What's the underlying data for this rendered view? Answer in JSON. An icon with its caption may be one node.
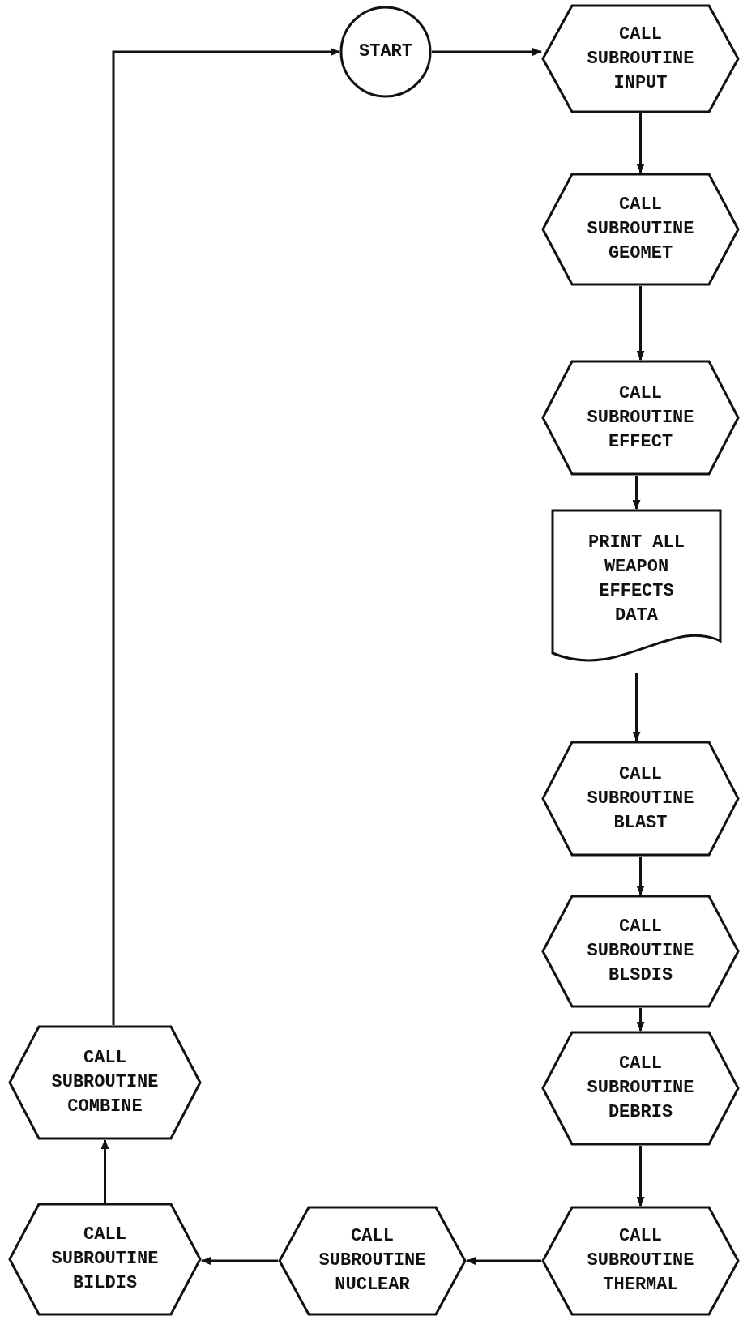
{
  "diagram": {
    "nodes": [
      {
        "text": [
          "START"
        ]
      },
      {
        "text": [
          "CALL SUBROUTINE INPUT"
        ]
      },
      {
        "text": [
          "CALL SUBROUTINE GEOMET"
        ]
      },
      {
        "text": [
          "CALL SUBROUTINE EFFECT"
        ]
      },
      {
        "text": [
          "PRINT ALL WEAPON EFFECTS DATA"
        ]
      },
      {
        "text": [
          "CALL SUBROUTINE BLAST"
        ]
      },
      {
        "text": [
          "CALL SUBROUTINE BLSDIS"
        ]
      },
      {
        "text": [
          "CALL SUBROUTINE DEBRIS"
        ]
      },
      {
        "text": [
          "CALL SUBROUTINE THERMAL"
        ]
      },
      {
        "text": [
          "CALL SUBROUTINE NUCLEAR"
        ]
      },
      {
        "text": [
          "CALL SUBROUTINE BILDIS"
        ]
      },
      {
        "text": [
          "CALL SUBROUTINE COMBINE"
        ]
      }
    ],
    "edges": [
      {
        "from": 0,
        "to": 1,
        "arrow": "to"
      },
      {
        "from": 1,
        "to": 2,
        "arrow": "to"
      },
      {
        "from": 2,
        "to": 3,
        "arrow": "to"
      },
      {
        "from": 3,
        "to": 4,
        "arrow": "to"
      },
      {
        "from": 4,
        "to": 5,
        "arrow": "to"
      },
      {
        "from": 5,
        "to": 6,
        "arrow": "to"
      },
      {
        "from": 6,
        "to": 7,
        "arrow": "to"
      },
      {
        "from": 7,
        "to": 8,
        "arrow": "to"
      },
      {
        "from": 8,
        "to": 9,
        "arrow": "to"
      },
      {
        "from": 9,
        "to": 10,
        "arrow": "to"
      },
      {
        "from": 10,
        "to": 11,
        "arrow": "to"
      },
      {
        "from": 11,
        "to": 0,
        "arrow": "to"
      }
    ]
  }
}
